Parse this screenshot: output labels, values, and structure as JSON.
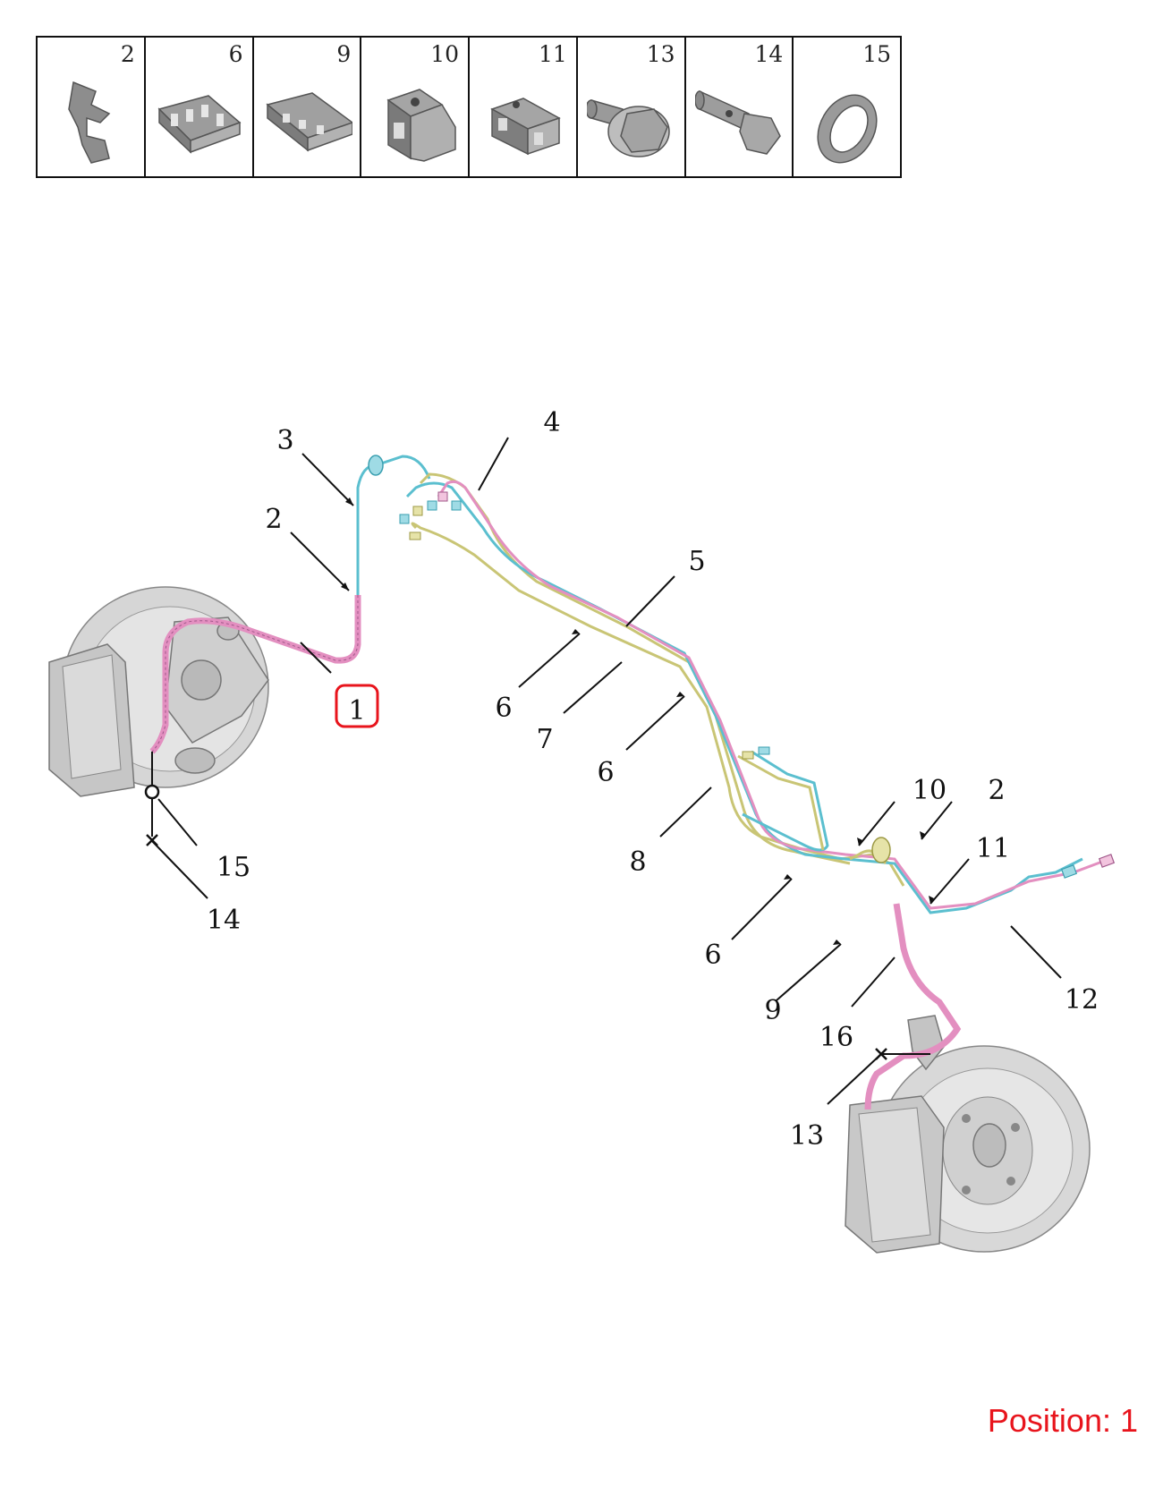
{
  "parts_strip": {
    "cells": [
      {
        "num": "2",
        "icon": "clip-icon"
      },
      {
        "num": "6",
        "icon": "pipe-holder-6-icon"
      },
      {
        "num": "9",
        "icon": "pipe-holder-9-icon"
      },
      {
        "num": "10",
        "icon": "bracket-10-icon"
      },
      {
        "num": "11",
        "icon": "bracket-11-icon"
      },
      {
        "num": "13",
        "icon": "bolt-13-icon"
      },
      {
        "num": "14",
        "icon": "banjo-bolt-14-icon"
      },
      {
        "num": "15",
        "icon": "washer-15-icon"
      }
    ]
  },
  "callouts": {
    "c1": "1",
    "c2a": "2",
    "c2b": "2",
    "c3": "3",
    "c4": "4",
    "c5": "5",
    "c6a": "6",
    "c6b": "6",
    "c6c": "6",
    "c7": "7",
    "c8": "8",
    "c9": "9",
    "c10": "10",
    "c11": "11",
    "c12": "12",
    "c13": "13",
    "c14": "14",
    "c15": "15",
    "c16": "16"
  },
  "highlight_callout": "1",
  "position_label": "Position: 1",
  "colors": {
    "cyan_line": "#5bbfcf",
    "pink_line": "#e38fc0",
    "yellow_line": "#c9c575",
    "highlight_box": "#e8141c",
    "part_gray": "#9a9a9a"
  }
}
